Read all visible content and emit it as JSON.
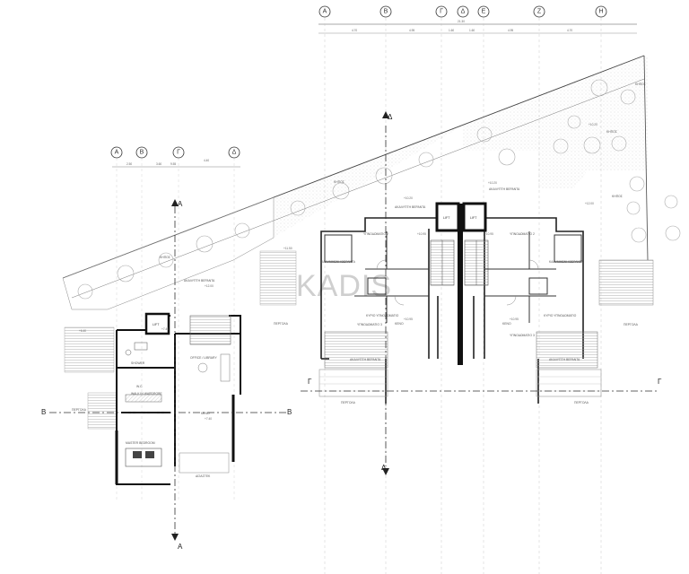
{
  "watermark": "KADIS",
  "grid_right": [
    "Α",
    "Β",
    "Γ",
    "Δ",
    "Ε",
    "Ζ",
    "Η"
  ],
  "grid_left": [
    "Α",
    "Β",
    "Γ",
    "Δ"
  ],
  "sections": {
    "a": "Α",
    "b": "Β",
    "g": "Γ",
    "d": "Δ"
  },
  "dims_top": {
    "total": "21.30",
    "d1": "4.70",
    "d2": "4.95",
    "d3": "1.60",
    "d4": "1.60",
    "d5": "4.95",
    "d6": "4.70"
  },
  "dims_left": {
    "d1": "2.50",
    "d2": "3.60",
    "d3": "4.40",
    "total": "9.55"
  },
  "rooms": {
    "garden": "ΚΗΠΟΣ",
    "open_veranda": "ΑΚΑΛΥΠΤΗ ΒΕΡΑΝΤΑ",
    "covered_veranda": "ΚΑΛΥΜΜΕΝΗ ΒΕΡΑΝΤΑ",
    "bedroom_2": "ΥΠΝΟΔΩΜΑΤΙΟ 2",
    "bedroom_3": "ΥΠΝΟΔΩΜΑΤΙΟ 3",
    "master_bedroom_gr": "ΚΥΡΙΟ ΥΠΝΟΔΩΜΑΤΙΟ",
    "corridor": "ΚΕΝΟ",
    "pergola": "ΠΕΡΓΟΛΑ",
    "lift": "LIFT",
    "shower": "SHOWER",
    "wc": "W.C.",
    "walk_in": "WALK IN WARDROBE",
    "office": "OFFICE / LIBRARY",
    "void": "ΚΕΝΟ",
    "master_bedroom": "MASTER BEDROOM",
    "slab": "ΔΙΣΑΣΤΕΚ"
  },
  "levels": {
    "l1": "+10.95",
    "l2": "+10.20",
    "l3": "+11.50",
    "l4": "+12.00",
    "l5": "+7.40",
    "l6": "+6.40"
  }
}
